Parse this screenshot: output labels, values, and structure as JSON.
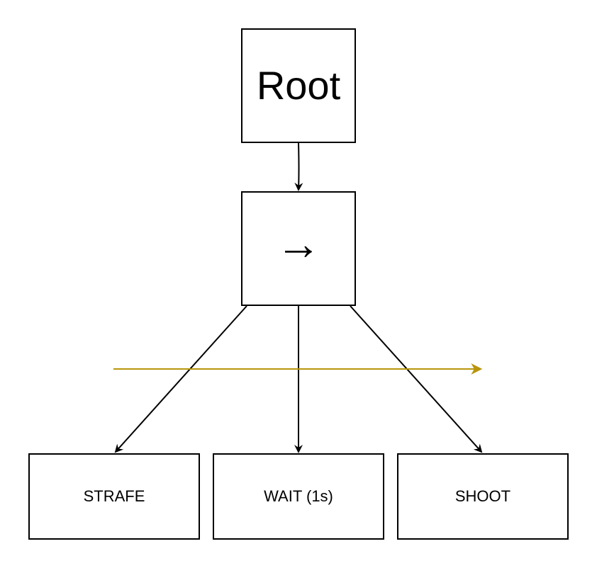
{
  "diagram": {
    "root_label": "Root",
    "sequence_label": "→",
    "children": [
      {
        "label": "STRAFE"
      },
      {
        "label": "WAIT (1s)"
      },
      {
        "label": "SHOOT"
      }
    ]
  },
  "colors": {
    "stroke": "#000000",
    "order_arrow": "#B8950B",
    "background": "#FFFFFF"
  }
}
